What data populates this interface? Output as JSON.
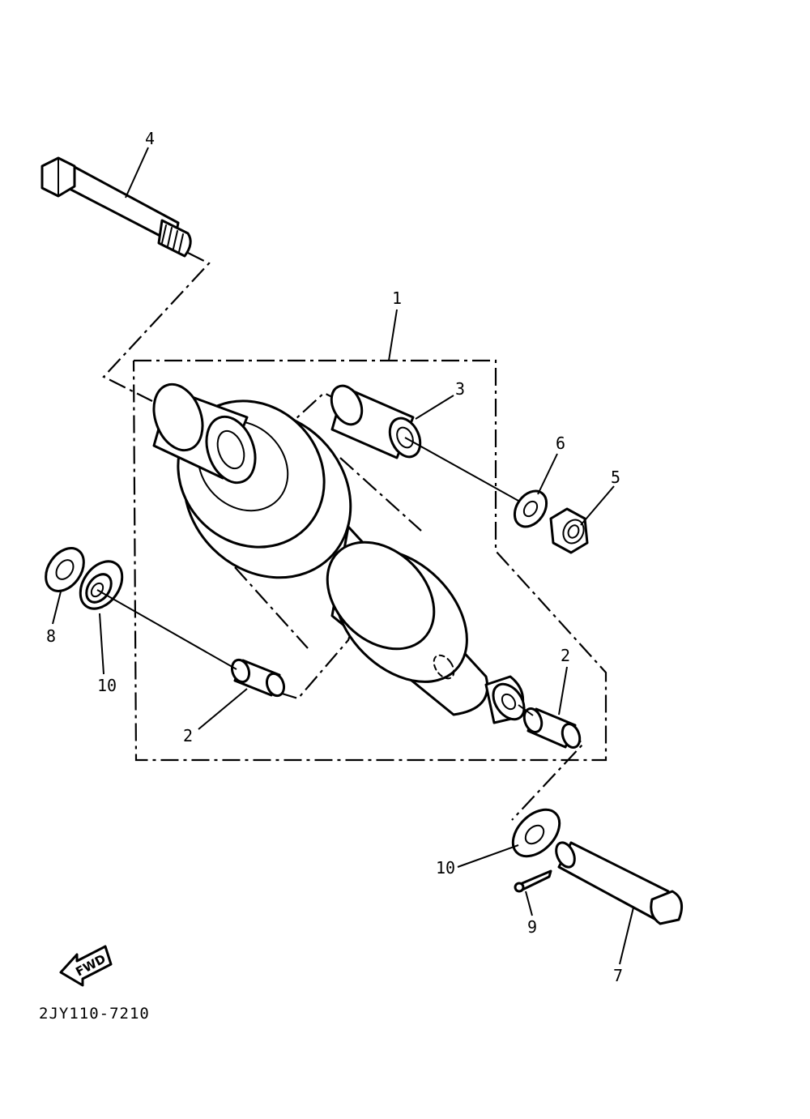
{
  "diagram": {
    "drawing_code": "2JY110-7210",
    "fwd_label": "FWD",
    "callouts": [
      {
        "id": "callout-1",
        "text": "1"
      },
      {
        "id": "callout-2-left",
        "text": "2"
      },
      {
        "id": "callout-2-right",
        "text": "2"
      },
      {
        "id": "callout-3",
        "text": "3"
      },
      {
        "id": "callout-4",
        "text": "4"
      },
      {
        "id": "callout-5",
        "text": "5"
      },
      {
        "id": "callout-6",
        "text": "6"
      },
      {
        "id": "callout-7",
        "text": "7"
      },
      {
        "id": "callout-8",
        "text": "8"
      },
      {
        "id": "callout-9",
        "text": "9"
      },
      {
        "id": "callout-10-left",
        "text": "10"
      },
      {
        "id": "callout-10-right",
        "text": "10"
      }
    ]
  }
}
